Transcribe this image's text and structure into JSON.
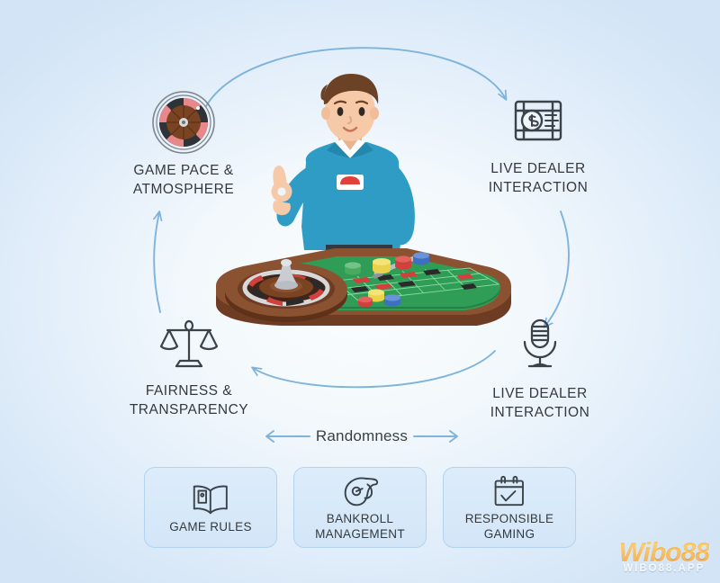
{
  "background": {
    "tint_light": "#f2f8fc",
    "tint_edge": "#cfe2f5"
  },
  "theme": {
    "arrow_color": "#7eb3dc",
    "icon_stroke": "#3b4349",
    "text_color": "#35393d",
    "card_border": "#b3d3ef",
    "card_fill": "#d8e9f8",
    "shirt_color": "#2e9cc4",
    "felt_color": "#2f9d55",
    "wood_color": "#7a4a2f"
  },
  "cycle": {
    "nodes": [
      {
        "id": "game-pace",
        "icon": "roulette-wheel-icon",
        "label": "GAME PACE &\nATMOSPHERE"
      },
      {
        "id": "live-dealer-top",
        "icon": "money-bill-icon",
        "label": "LIVE DEALER\nINTERACTION"
      },
      {
        "id": "live-dealer-bottom",
        "icon": "microphone-icon",
        "label": "LIVE DEALER\nINTERACTION"
      },
      {
        "id": "fairness",
        "icon": "scales-icon",
        "label": "FAIRNESS &\nTRANSPARENCY"
      }
    ],
    "arrows": [
      {
        "id": "arrow-top",
        "direction": "left-to-right"
      },
      {
        "id": "arrow-right",
        "direction": "top-to-bottom"
      },
      {
        "id": "arrow-bottom",
        "direction": "right-to-left"
      },
      {
        "id": "arrow-left",
        "direction": "bottom-to-top"
      }
    ]
  },
  "randomness": {
    "label": "Randomness",
    "left_arrow": "arrow-left-icon",
    "right_arrow": "arrow-right-icon"
  },
  "cards": [
    {
      "id": "game-rules",
      "icon": "open-book-icon",
      "label": "GAME RULES"
    },
    {
      "id": "bankroll",
      "icon": "vr-headset-icon",
      "label": "BANKROLL\nMANAGEMENT"
    },
    {
      "id": "responsible-gaming",
      "icon": "calendar-check-icon",
      "label": "RESPONSIBLE\nGAMING"
    }
  ],
  "illustration": {
    "scene": "live-casino-roulette-dealer",
    "dealer": "male-dealer-teal-polo-raised-hand",
    "table": "roulette-table-green-felt-with-chips"
  },
  "watermark": {
    "brand": "Wibo88",
    "domain": "WIBO88.APP"
  }
}
